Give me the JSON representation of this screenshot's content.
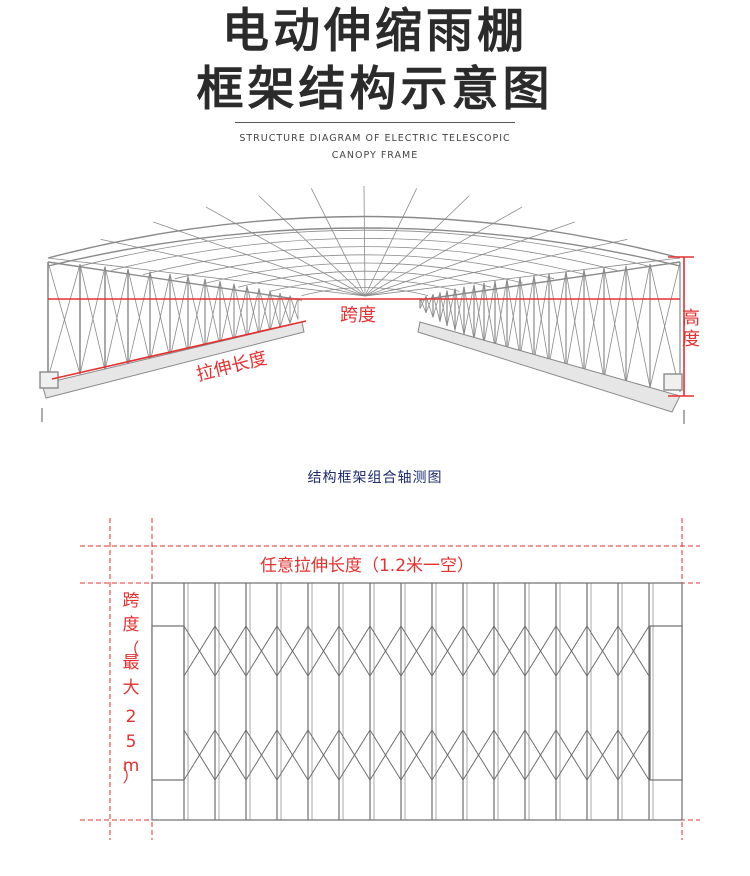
{
  "header": {
    "title_line1": "电动伸缩雨棚",
    "title_line2": "框架结构示意图",
    "subtitle_line1": "STRUCTURE DIAGRAM OF ELECTRIC TELESCOPIC",
    "subtitle_line2": "CANOPY FRAME"
  },
  "iso_view": {
    "label_span": "跨度",
    "label_height_1": "高",
    "label_height_2": "度",
    "label_length": "拉伸长度",
    "caption": "结构框架组合轴测图"
  },
  "plan_view": {
    "label_length": "任意拉伸长度（1.2米一空）",
    "label_span_chars": [
      "跨",
      "度",
      "（",
      "最",
      "大",
      "2",
      "5",
      "m",
      "）"
    ]
  },
  "colors": {
    "annotation_red": "#e53030",
    "frame_gray": "#8a8a8a",
    "title": "#2b2b2b",
    "caption_blue": "#1c2a6e"
  }
}
